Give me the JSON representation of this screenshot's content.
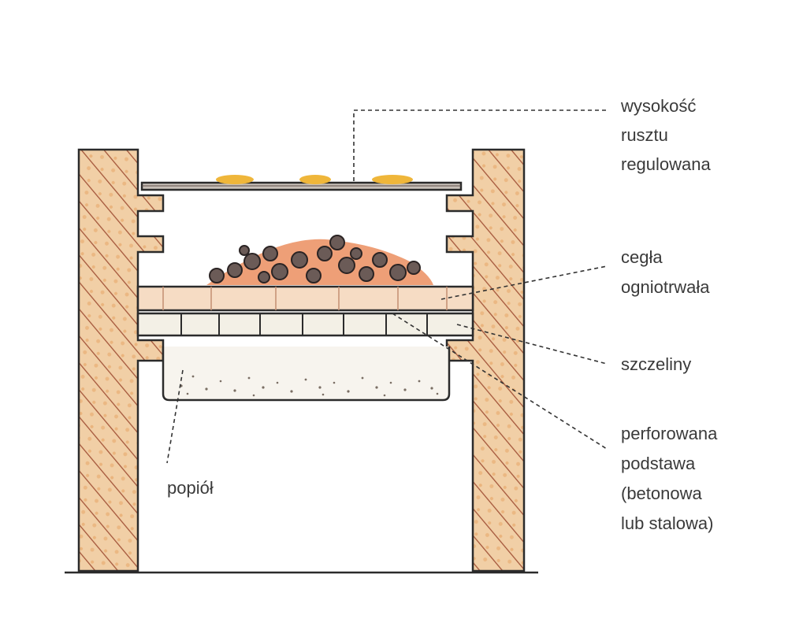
{
  "labels": {
    "grate_height": [
      "wysokość",
      "rusztu",
      "regulowana"
    ],
    "firebrick": [
      "cegła",
      "ogniotrwała"
    ],
    "slots": [
      "szczeliny"
    ],
    "perforated_base": [
      "perforowana",
      "podstawa",
      "(betonowa",
      "lub stalowa)"
    ],
    "ash": [
      "popiół"
    ]
  },
  "colors": {
    "outline": "#2b2b2b",
    "brick": "#f1cfa6",
    "brick_speckle": "#e7a86c",
    "hatch": "#a4563a",
    "firebrick": "#f6dcc4",
    "slot_fill": "#f3f0e6",
    "coal": "#4a4040",
    "ember": "#e56b2e",
    "grill_food": "#efb63a",
    "ash_dot": "#7a6e64",
    "leader": "#333333"
  }
}
